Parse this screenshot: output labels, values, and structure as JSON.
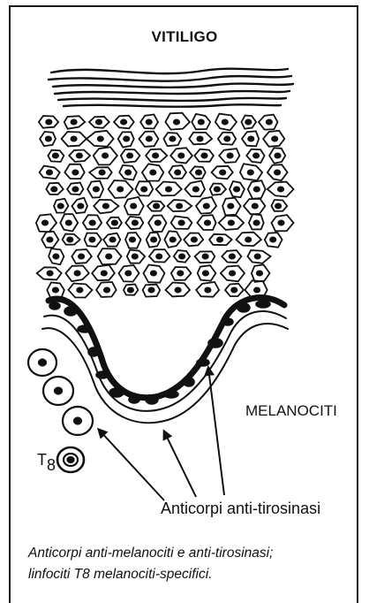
{
  "title": "VITILIGO",
  "labels": {
    "melanocytes": "MELANOCITI",
    "antibodies": "Anticorpi anti-tirosinasi",
    "t8_prefix": "T",
    "t8_number": "8"
  },
  "caption": {
    "line1": "Anticorpi anti-melanociti e anti-tirosinasi;",
    "line2": "linfociti T8 melanociti-specifici."
  }
}
